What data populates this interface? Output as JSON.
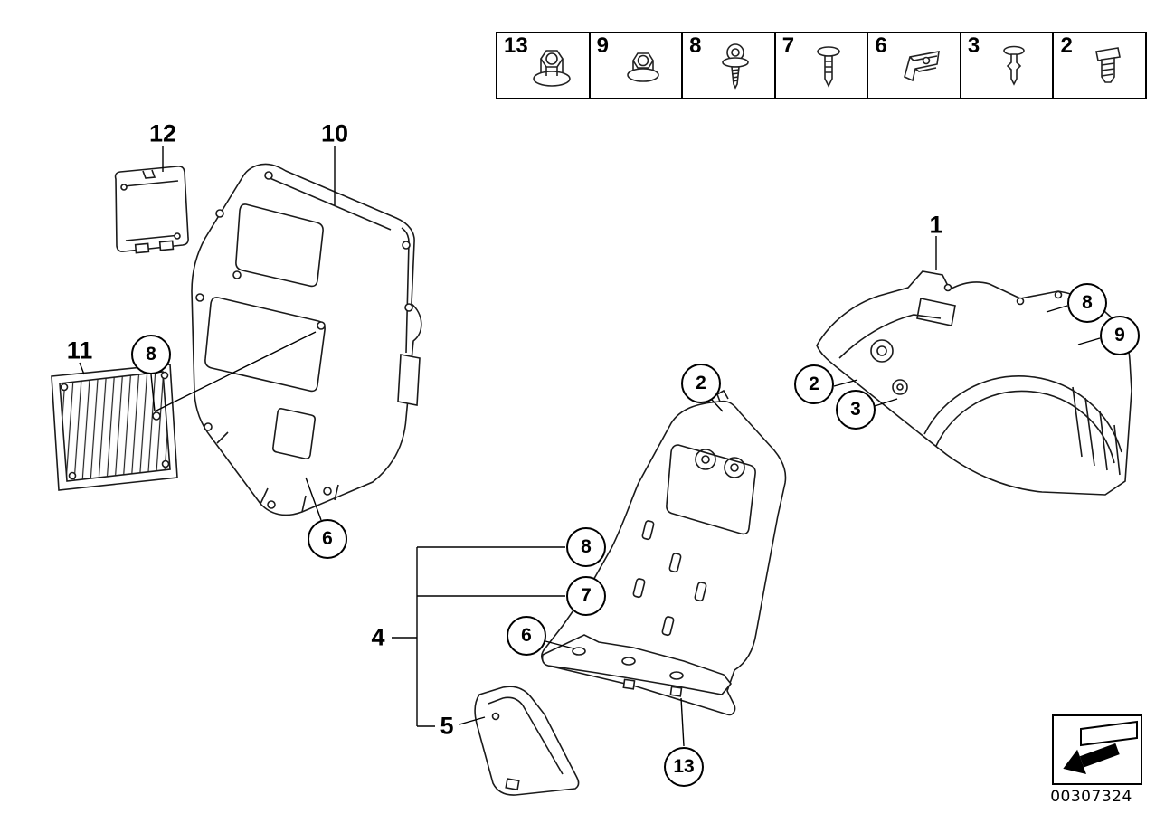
{
  "legend": {
    "items": [
      {
        "number": "13",
        "icon": "hex-nut-icon"
      },
      {
        "number": "9",
        "icon": "flange-nut-icon"
      },
      {
        "number": "8",
        "icon": "washer-screw-icon"
      },
      {
        "number": "7",
        "icon": "expansion-pin-icon"
      },
      {
        "number": "6",
        "icon": "clamp-clip-icon"
      },
      {
        "number": "3",
        "icon": "blind-rivet-icon"
      },
      {
        "number": "2",
        "icon": "expansion-nut-icon"
      }
    ]
  },
  "part_labels": {
    "p12": "12",
    "p10": "10",
    "p11": "11",
    "p4": "4",
    "p5": "5",
    "p1": "1"
  },
  "callouts": {
    "grille_8": "8",
    "panel_6": "6",
    "mid_2": "2",
    "mid_8": "8",
    "mid_7": "7",
    "mid_6": "6",
    "mid_13": "13",
    "right_8": "8",
    "right_9": "9",
    "right_2": "2",
    "right_3": "3"
  },
  "footer": {
    "diagram_number": "00307324"
  }
}
